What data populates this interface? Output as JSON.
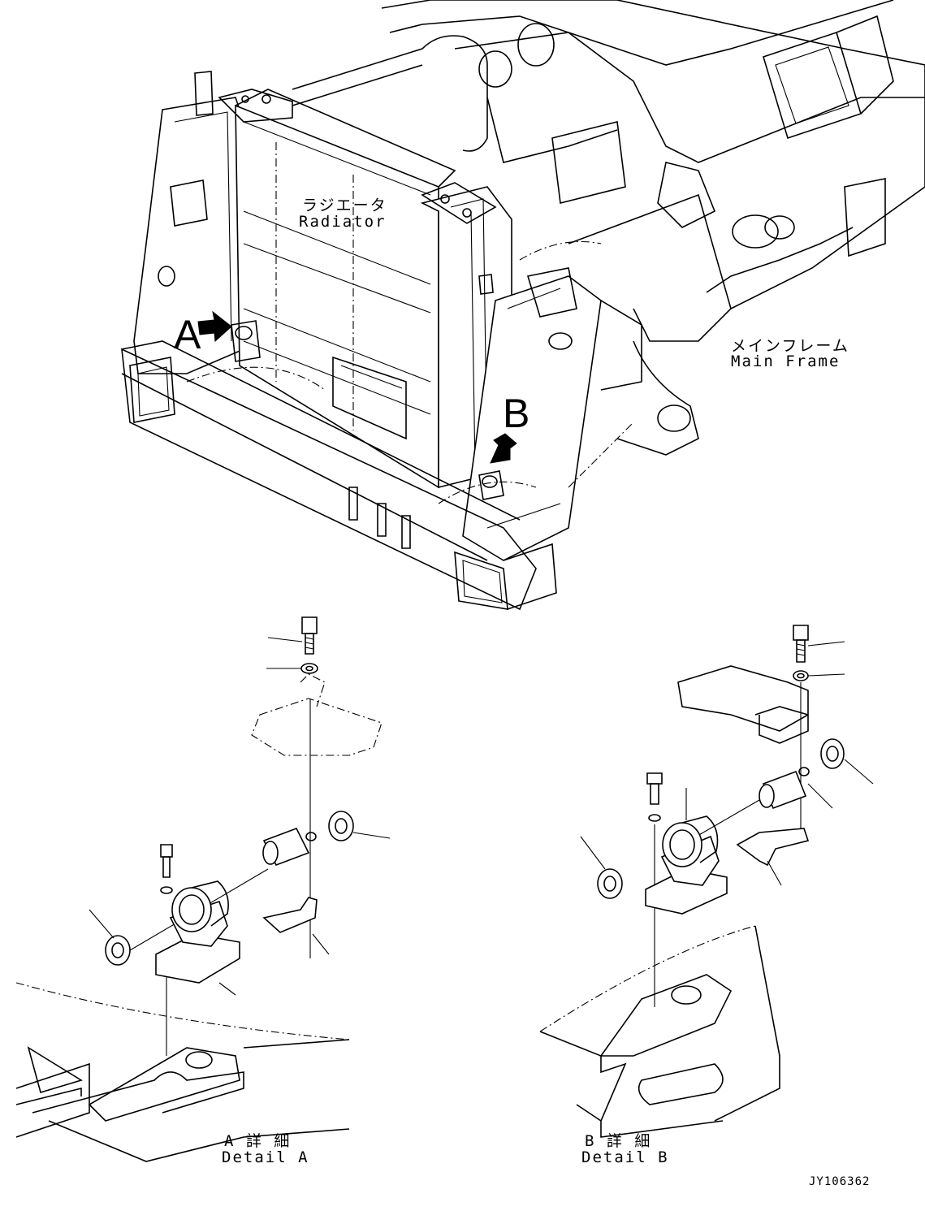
{
  "labels": {
    "radiator_jp": "ラジエータ",
    "radiator_en": "Radiator",
    "main_frame_jp": "メインフレーム",
    "main_frame_en": "Main Frame",
    "callout_a": "A",
    "callout_b": "B",
    "detail_a_jp": "A 詳 細",
    "detail_a_en": "Detail A",
    "detail_b_jp": "B 詳 細",
    "detail_b_en": "Detail B",
    "drawing_number": "JY106362"
  }
}
